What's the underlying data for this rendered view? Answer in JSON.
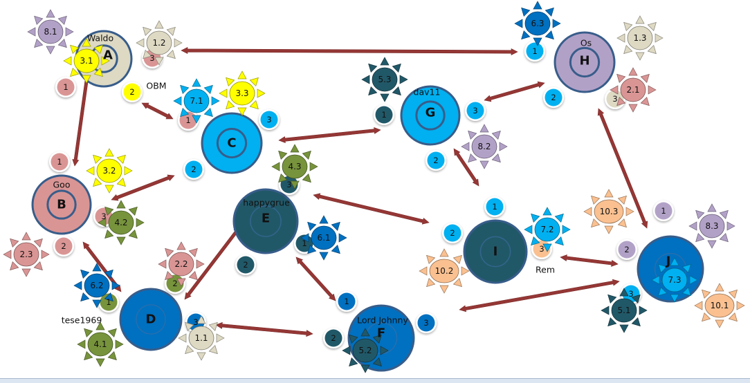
{
  "colors": {
    "arrow": "#953735",
    "ring": "#385d8a",
    "text": "#111111"
  },
  "nodes": [
    {
      "id": "A",
      "letter": "A",
      "label": "Waldo",
      "fill": "#ddd9c3"
    },
    {
      "id": "B",
      "letter": "B",
      "label": "Goo",
      "fill": "#d99594"
    },
    {
      "id": "C",
      "letter": "C",
      "label": "OBM",
      "fill": "#00b0f0"
    },
    {
      "id": "D",
      "letter": "D",
      "label": "tese1969",
      "fill": "#0070c0"
    },
    {
      "id": "E",
      "letter": "E",
      "label": "happygrue",
      "fill": "#215868"
    },
    {
      "id": "F",
      "letter": "F",
      "label": "Lord Johnny",
      "fill": "#0070c0"
    },
    {
      "id": "G",
      "letter": "G",
      "label": "dav11",
      "fill": "#00b0f0"
    },
    {
      "id": "H",
      "letter": "H",
      "label": "Os",
      "fill": "#b2a1c7"
    },
    {
      "id": "I",
      "letter": "I",
      "label": "Rem",
      "fill": "#215868"
    },
    {
      "id": "J",
      "letter": "J",
      "label": "",
      "fill": "#0070c0"
    }
  ],
  "ports": [
    {
      "node": "A",
      "num": "1",
      "fill": "#d99594"
    },
    {
      "node": "A",
      "num": "3",
      "fill": "#d99594"
    },
    {
      "node": "A",
      "num": "2",
      "fill": "#ffff00"
    },
    {
      "node": "B",
      "num": "1",
      "fill": "#d99594"
    },
    {
      "node": "B",
      "num": "3",
      "fill": "#d99594"
    },
    {
      "node": "B",
      "num": "2",
      "fill": "#d99594"
    },
    {
      "node": "C",
      "num": "1",
      "fill": "#d99594"
    },
    {
      "node": "C",
      "num": "3",
      "fill": "#00b0f0"
    },
    {
      "node": "C",
      "num": "2",
      "fill": "#00b0f0"
    },
    {
      "node": "D",
      "num": "1",
      "fill": "#77933c"
    },
    {
      "node": "D",
      "num": "2",
      "fill": "#77933c"
    },
    {
      "node": "D",
      "num": "3",
      "fill": "#0070c0"
    },
    {
      "node": "E",
      "num": "3",
      "fill": "#215868"
    },
    {
      "node": "E",
      "num": "1",
      "fill": "#215868"
    },
    {
      "node": "E",
      "num": "2",
      "fill": "#215868"
    },
    {
      "node": "F",
      "num": "1",
      "fill": "#0070c0"
    },
    {
      "node": "F",
      "num": "2",
      "fill": "#215868"
    },
    {
      "node": "F",
      "num": "3",
      "fill": "#0070c0"
    },
    {
      "node": "G",
      "num": "1",
      "fill": "#215868"
    },
    {
      "node": "G",
      "num": "3",
      "fill": "#00b0f0"
    },
    {
      "node": "G",
      "num": "2",
      "fill": "#00b0f0"
    },
    {
      "node": "H",
      "num": "1",
      "fill": "#00b0f0"
    },
    {
      "node": "H",
      "num": "2",
      "fill": "#00b0f0"
    },
    {
      "node": "H",
      "num": "3",
      "fill": "#ddd9c3"
    },
    {
      "node": "I",
      "num": "1",
      "fill": "#00b0f0"
    },
    {
      "node": "I",
      "num": "2",
      "fill": "#00b0f0"
    },
    {
      "node": "I",
      "num": "3",
      "fill": "#fac090"
    },
    {
      "node": "J",
      "num": "1",
      "fill": "#b2a1c7"
    },
    {
      "node": "J",
      "num": "2",
      "fill": "#b2a1c7"
    },
    {
      "node": "J",
      "num": "3",
      "fill": "#00b0f0"
    }
  ],
  "suns": [
    {
      "value": "8.1",
      "fill": "#b2a1c7"
    },
    {
      "value": "3.1",
      "fill": "#ffff00"
    },
    {
      "value": "1.2",
      "fill": "#ddd9c3"
    },
    {
      "value": "7.1",
      "fill": "#00b0f0"
    },
    {
      "value": "3.3",
      "fill": "#ffff00"
    },
    {
      "value": "3.2",
      "fill": "#ffff00"
    },
    {
      "value": "4.2",
      "fill": "#77933c"
    },
    {
      "value": "2.3",
      "fill": "#d99594"
    },
    {
      "value": "6.2",
      "fill": "#0070c0"
    },
    {
      "value": "2.2",
      "fill": "#d99594"
    },
    {
      "value": "4.1",
      "fill": "#77933c"
    },
    {
      "value": "1.1",
      "fill": "#ddd9c3"
    },
    {
      "value": "4.3",
      "fill": "#77933c"
    },
    {
      "value": "6.1",
      "fill": "#0070c0"
    },
    {
      "value": "5.2",
      "fill": "#215868"
    },
    {
      "value": "5.3",
      "fill": "#215868"
    },
    {
      "value": "8.2",
      "fill": "#b2a1c7"
    },
    {
      "value": "6.3",
      "fill": "#0070c0"
    },
    {
      "value": "1.3",
      "fill": "#ddd9c3"
    },
    {
      "value": "2.1",
      "fill": "#d99594"
    },
    {
      "value": "10.3",
      "fill": "#fac090"
    },
    {
      "value": "7.2",
      "fill": "#00b0f0"
    },
    {
      "value": "10.2",
      "fill": "#fac090"
    },
    {
      "value": "8.3",
      "fill": "#b2a1c7"
    },
    {
      "value": "7.3",
      "fill": "#00b0f0"
    },
    {
      "value": "5.1",
      "fill": "#215868"
    },
    {
      "value": "10.1",
      "fill": "#fac090"
    }
  ],
  "links": [
    {
      "from": "A",
      "to": "H"
    },
    {
      "from": "A",
      "to": "B"
    },
    {
      "from": "A",
      "to": "C"
    },
    {
      "from": "C",
      "to": "G"
    },
    {
      "from": "B",
      "to": "C"
    },
    {
      "from": "G",
      "to": "H"
    },
    {
      "from": "B",
      "to": "D"
    },
    {
      "from": "D",
      "to": "E"
    },
    {
      "from": "E",
      "to": "I"
    },
    {
      "from": "E",
      "to": "F"
    },
    {
      "from": "D",
      "to": "F"
    },
    {
      "from": "G",
      "to": "I"
    },
    {
      "from": "H",
      "to": "J"
    },
    {
      "from": "I",
      "to": "J"
    },
    {
      "from": "F",
      "to": "J"
    }
  ]
}
